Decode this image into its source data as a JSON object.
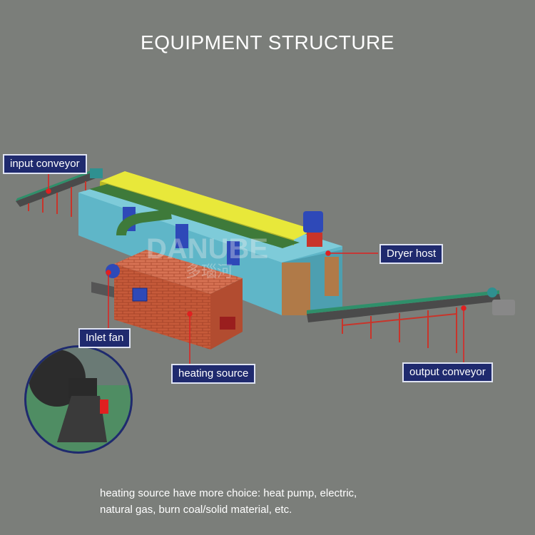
{
  "title": "EQUIPMENT STRUCTURE",
  "labels": {
    "input_conveyor": "input conveyor",
    "dryer_host": "Dryer host",
    "inlet_fan": "Inlet fan",
    "heating_source": "heating source",
    "output_conveyor": "output conveyor"
  },
  "watermark": {
    "latin": "DANUBE",
    "chinese": "多瑙河"
  },
  "footer": {
    "line1": "heating source have more choice: heat pump, electric,",
    "line2": "natural gas, burn coal/solid material, etc."
  },
  "colors": {
    "background": "#7b7e7a",
    "label_bg": "#1f2a6e",
    "callout": "#e02020",
    "dryer_body": "#5fb6c8",
    "top_rail": "#e8e83a",
    "green_duct": "#3e7a3a",
    "brick": "#c65a3a",
    "frame": "#e23a2e"
  },
  "icons": [
    "centrifugal-fan-photo",
    "blower-icon",
    "brick-furnace",
    "conveyor-belt"
  ]
}
